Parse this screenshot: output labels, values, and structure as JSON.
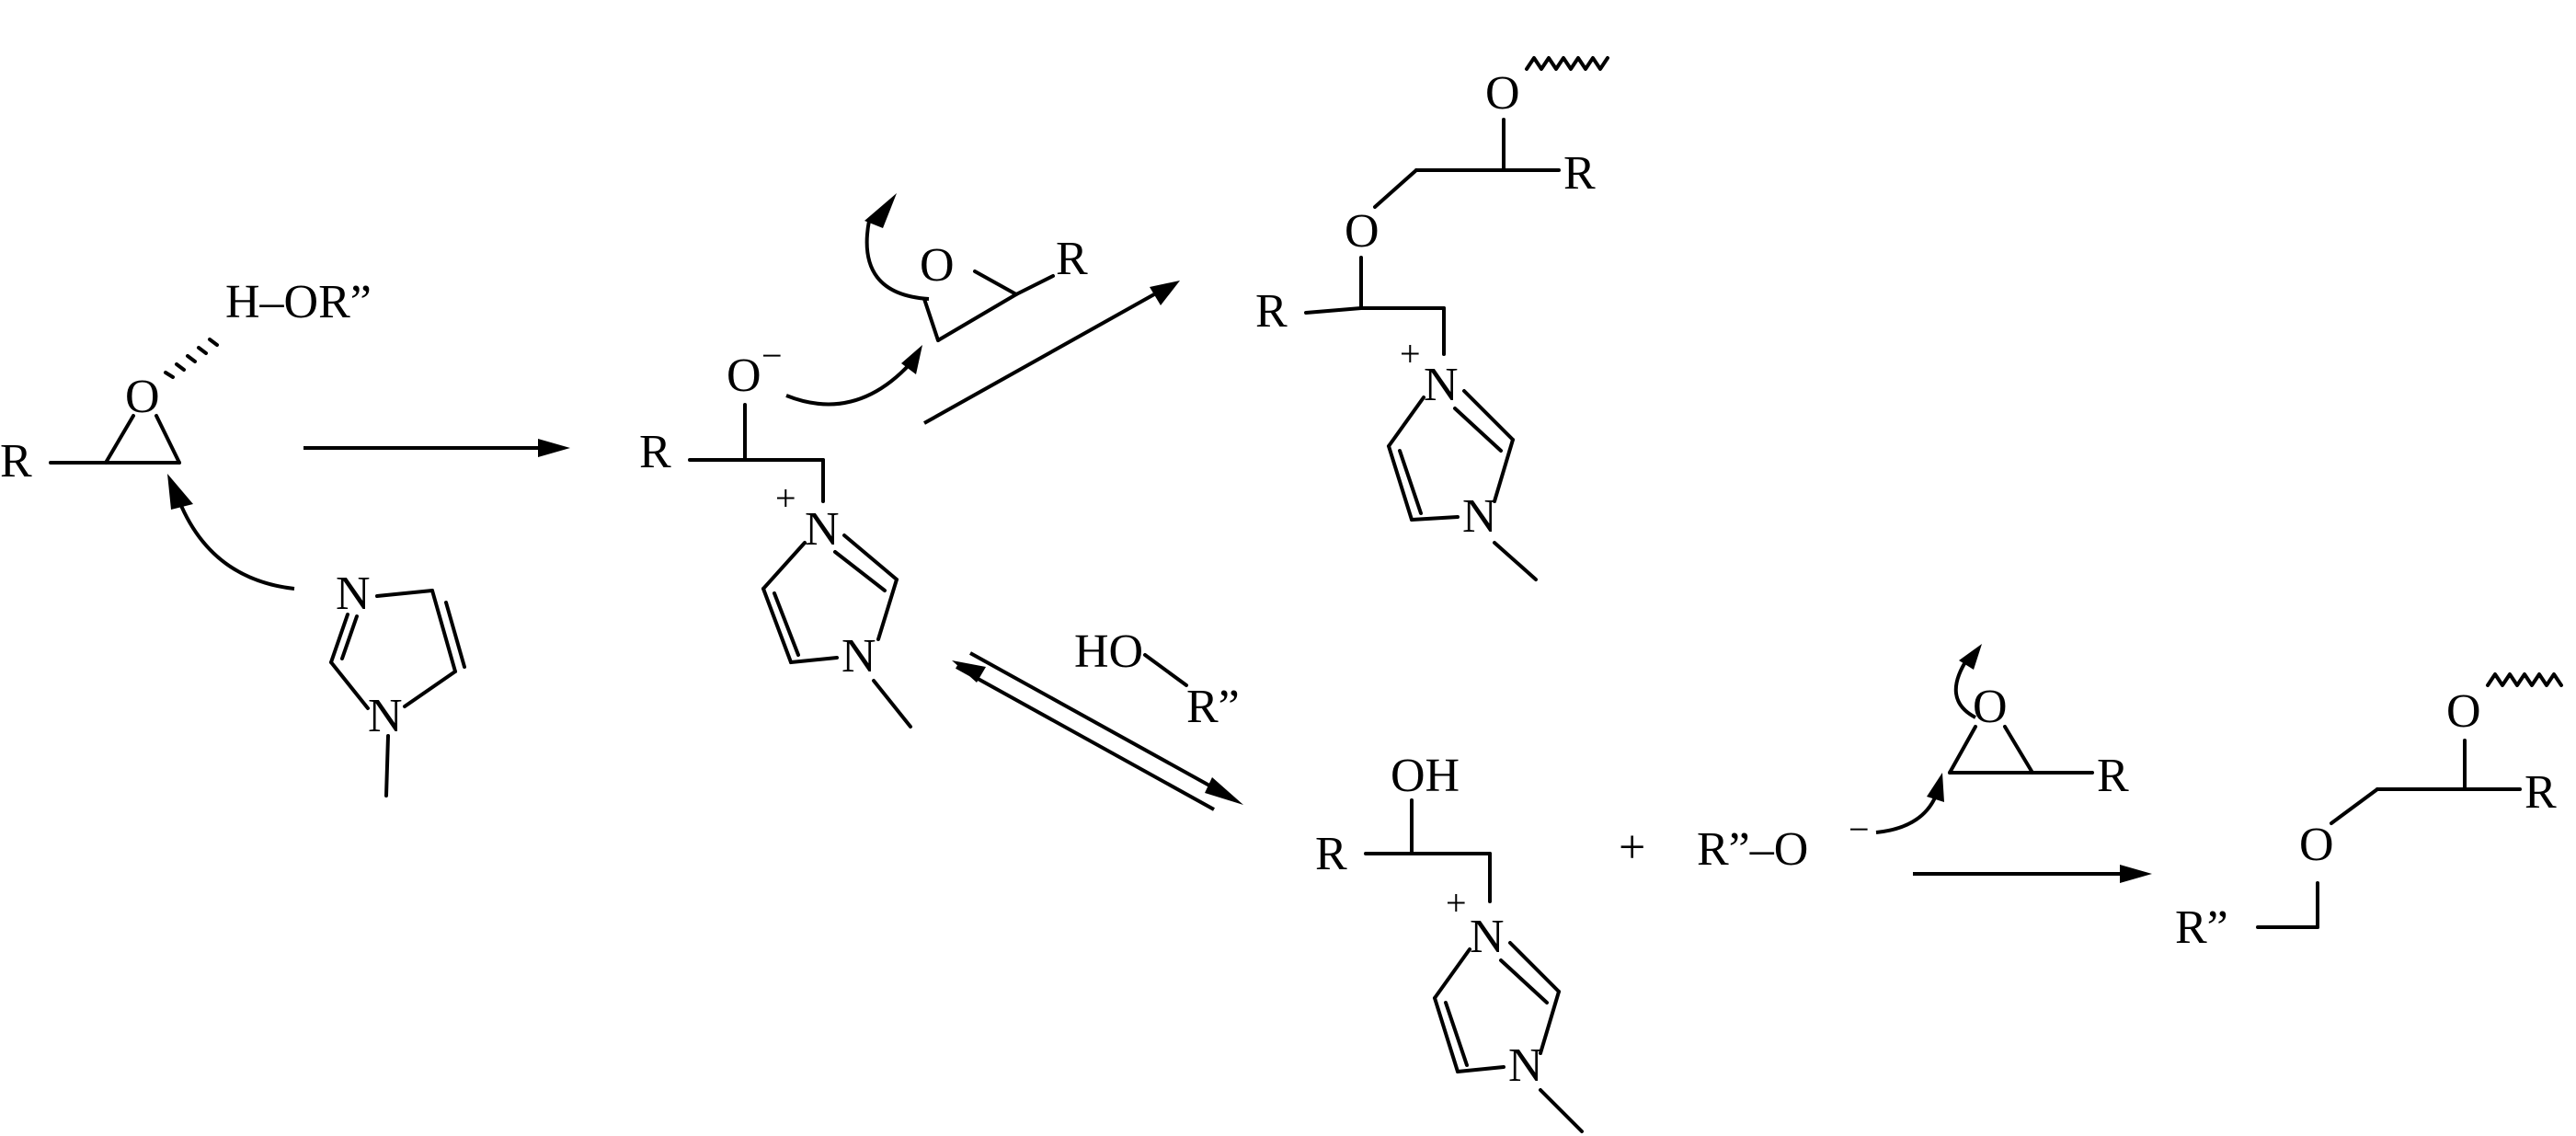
{
  "labels": {
    "R": "R",
    "O": "O",
    "N": "N",
    "H_OR": "H–OR”",
    "O_minus": "O",
    "minus": "−",
    "plus": "+",
    "HO_R": "HO",
    "R_dprime": "R”",
    "OH": "OH",
    "R_dprime_O": "R”–O",
    "R_dprime2": "R”"
  }
}
